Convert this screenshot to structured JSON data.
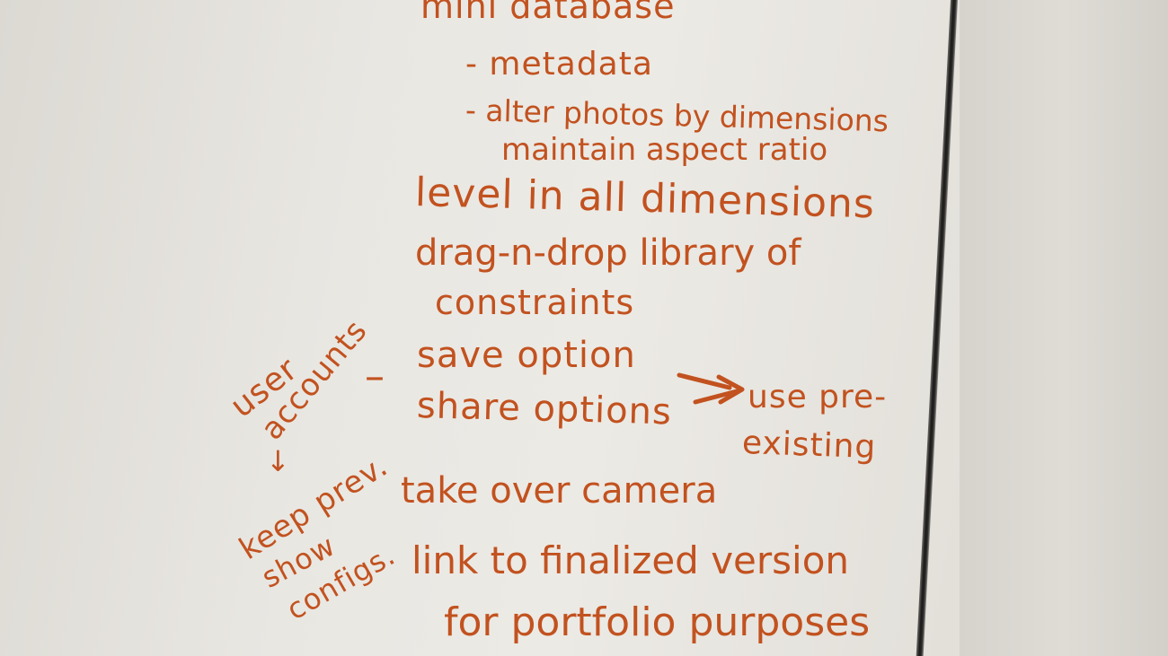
{
  "whiteboard": {
    "lines": {
      "mini_database": "mini database",
      "metadata": "- metadata",
      "alter_photos": "- alter photos by dimensions",
      "maintain_aspect": "maintain aspect ratio",
      "level_dimensions": "level in all dimensions",
      "drag_n_drop": "drag-n-drop library of",
      "constraints": "constraints",
      "save_option": "save option",
      "share_options": "share options",
      "use_pre": "use pre-",
      "existing": "existing",
      "take_over_camera": "take over camera",
      "link_to_finalized": "link to finalized version",
      "for_portfolio": "for portfolio purposes"
    },
    "side_notes": {
      "user": "user",
      "accounts": "accounts",
      "dash": "–",
      "down_arrow": "↓",
      "keep_prev": "keep prev.",
      "show": "show",
      "configs": "configs."
    },
    "ink_color": "#c2521f"
  }
}
